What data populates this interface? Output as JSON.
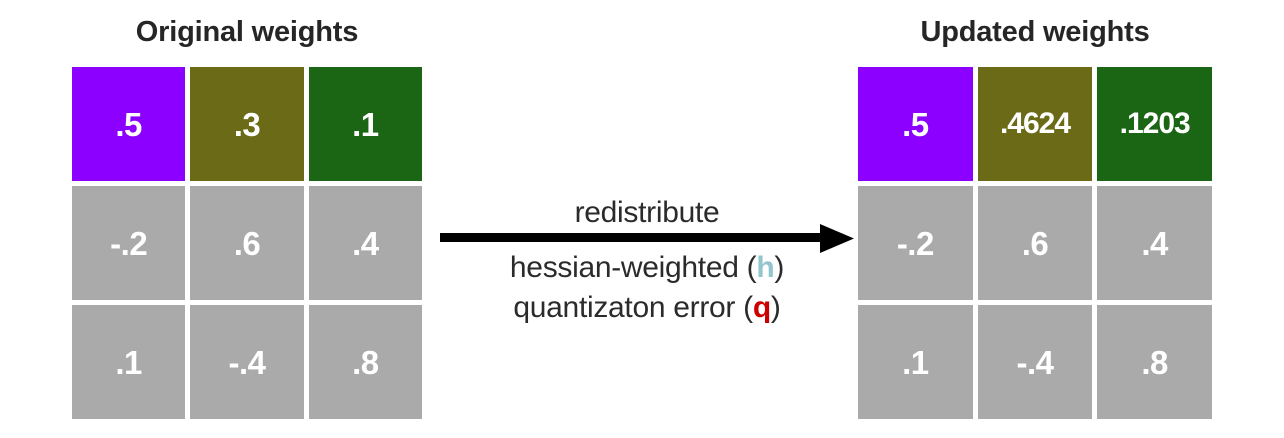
{
  "panels": {
    "left": {
      "title": "Original weights"
    },
    "right": {
      "title": "Updated weights"
    }
  },
  "colors": {
    "purple": "#8B00FF",
    "olive": "#6B6B17",
    "green": "#1A6614",
    "gray": "#AAAAAA",
    "arrow": "#000000",
    "text": "#2b2b2b",
    "title": "#262626",
    "hessian_h": "#92C5CE",
    "quant_q": "#CC0000",
    "cell_text": "#FFFFFF"
  },
  "matrices": {
    "original": {
      "rows": [
        [
          {
            "value": ".5",
            "color": "#8B00FF",
            "name": "cell-r0c0"
          },
          {
            "value": ".3",
            "color": "#6B6B17",
            "name": "cell-r0c1"
          },
          {
            "value": ".1",
            "color": "#1A6614",
            "name": "cell-r0c2"
          }
        ],
        [
          {
            "value": "-.2",
            "color": "#AAAAAA",
            "name": "cell-r1c0"
          },
          {
            "value": ".6",
            "color": "#AAAAAA",
            "name": "cell-r1c1"
          },
          {
            "value": ".4",
            "color": "#AAAAAA",
            "name": "cell-r1c2"
          }
        ],
        [
          {
            "value": ".1",
            "color": "#AAAAAA",
            "name": "cell-r2c0"
          },
          {
            "value": "-.4",
            "color": "#AAAAAA",
            "name": "cell-r2c1"
          },
          {
            "value": ".8",
            "color": "#AAAAAA",
            "name": "cell-r2c2"
          }
        ]
      ]
    },
    "updated": {
      "rows": [
        [
          {
            "value": ".5",
            "color": "#8B00FF",
            "name": "cell-r0c0"
          },
          {
            "value": ".4624",
            "color": "#6B6B17",
            "name": "cell-r0c1"
          },
          {
            "value": ".1203",
            "color": "#1A6614",
            "name": "cell-r0c2"
          }
        ],
        [
          {
            "value": "-.2",
            "color": "#AAAAAA",
            "name": "cell-r1c0"
          },
          {
            "value": ".6",
            "color": "#AAAAAA",
            "name": "cell-r1c1"
          },
          {
            "value": ".4",
            "color": "#AAAAAA",
            "name": "cell-r1c2"
          }
        ],
        [
          {
            "value": ".1",
            "color": "#AAAAAA",
            "name": "cell-r2c0"
          },
          {
            "value": "-.4",
            "color": "#AAAAAA",
            "name": "cell-r2c1"
          },
          {
            "value": ".8",
            "color": "#AAAAAA",
            "name": "cell-r2c2"
          }
        ]
      ]
    }
  },
  "transition": {
    "arrow_icon": "right-arrow-icon",
    "caption_top": "redistribute",
    "caption_line1_prefix": "hessian-weighted (",
    "caption_line1_symbol": "h",
    "caption_line1_suffix": ")",
    "caption_line2_prefix": "quantizaton error (",
    "caption_line2_symbol": "q",
    "caption_line2_suffix": ")"
  }
}
